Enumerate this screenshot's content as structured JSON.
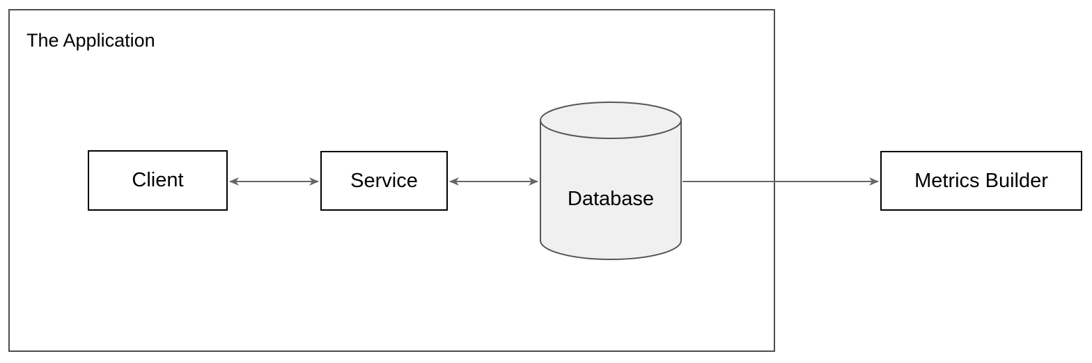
{
  "diagram": {
    "title": "The Application",
    "container": {
      "label": "The Application",
      "border_color": "#4d4d4d"
    },
    "nodes": [
      {
        "id": "client",
        "label": "Client",
        "shape": "rectangle",
        "border_color": "#000000",
        "fill": "#ffffff"
      },
      {
        "id": "service",
        "label": "Service",
        "shape": "rectangle",
        "border_color": "#000000",
        "fill": "#ffffff"
      },
      {
        "id": "database",
        "label": "Database",
        "shape": "cylinder",
        "border_color": "#555555",
        "fill": "#f0f0f0"
      },
      {
        "id": "metrics",
        "label": "Metrics Builder",
        "shape": "rectangle",
        "border_color": "#000000",
        "fill": "#ffffff"
      }
    ],
    "edges": [
      {
        "id": "client-service",
        "from": "client",
        "to": "service",
        "direction": "bidirectional",
        "color": "#666666"
      },
      {
        "id": "service-database",
        "from": "service",
        "to": "database",
        "direction": "bidirectional",
        "color": "#666666"
      },
      {
        "id": "database-metrics",
        "from": "database",
        "to": "metrics",
        "direction": "forward",
        "color": "#666666"
      }
    ],
    "colors": {
      "background": "#ffffff",
      "node_stroke": "#000000",
      "container_stroke": "#4d4d4d",
      "cylinder_stroke": "#555555",
      "cylinder_fill": "#f0f0f0",
      "edge_stroke": "#666666",
      "text": "#000000"
    }
  }
}
